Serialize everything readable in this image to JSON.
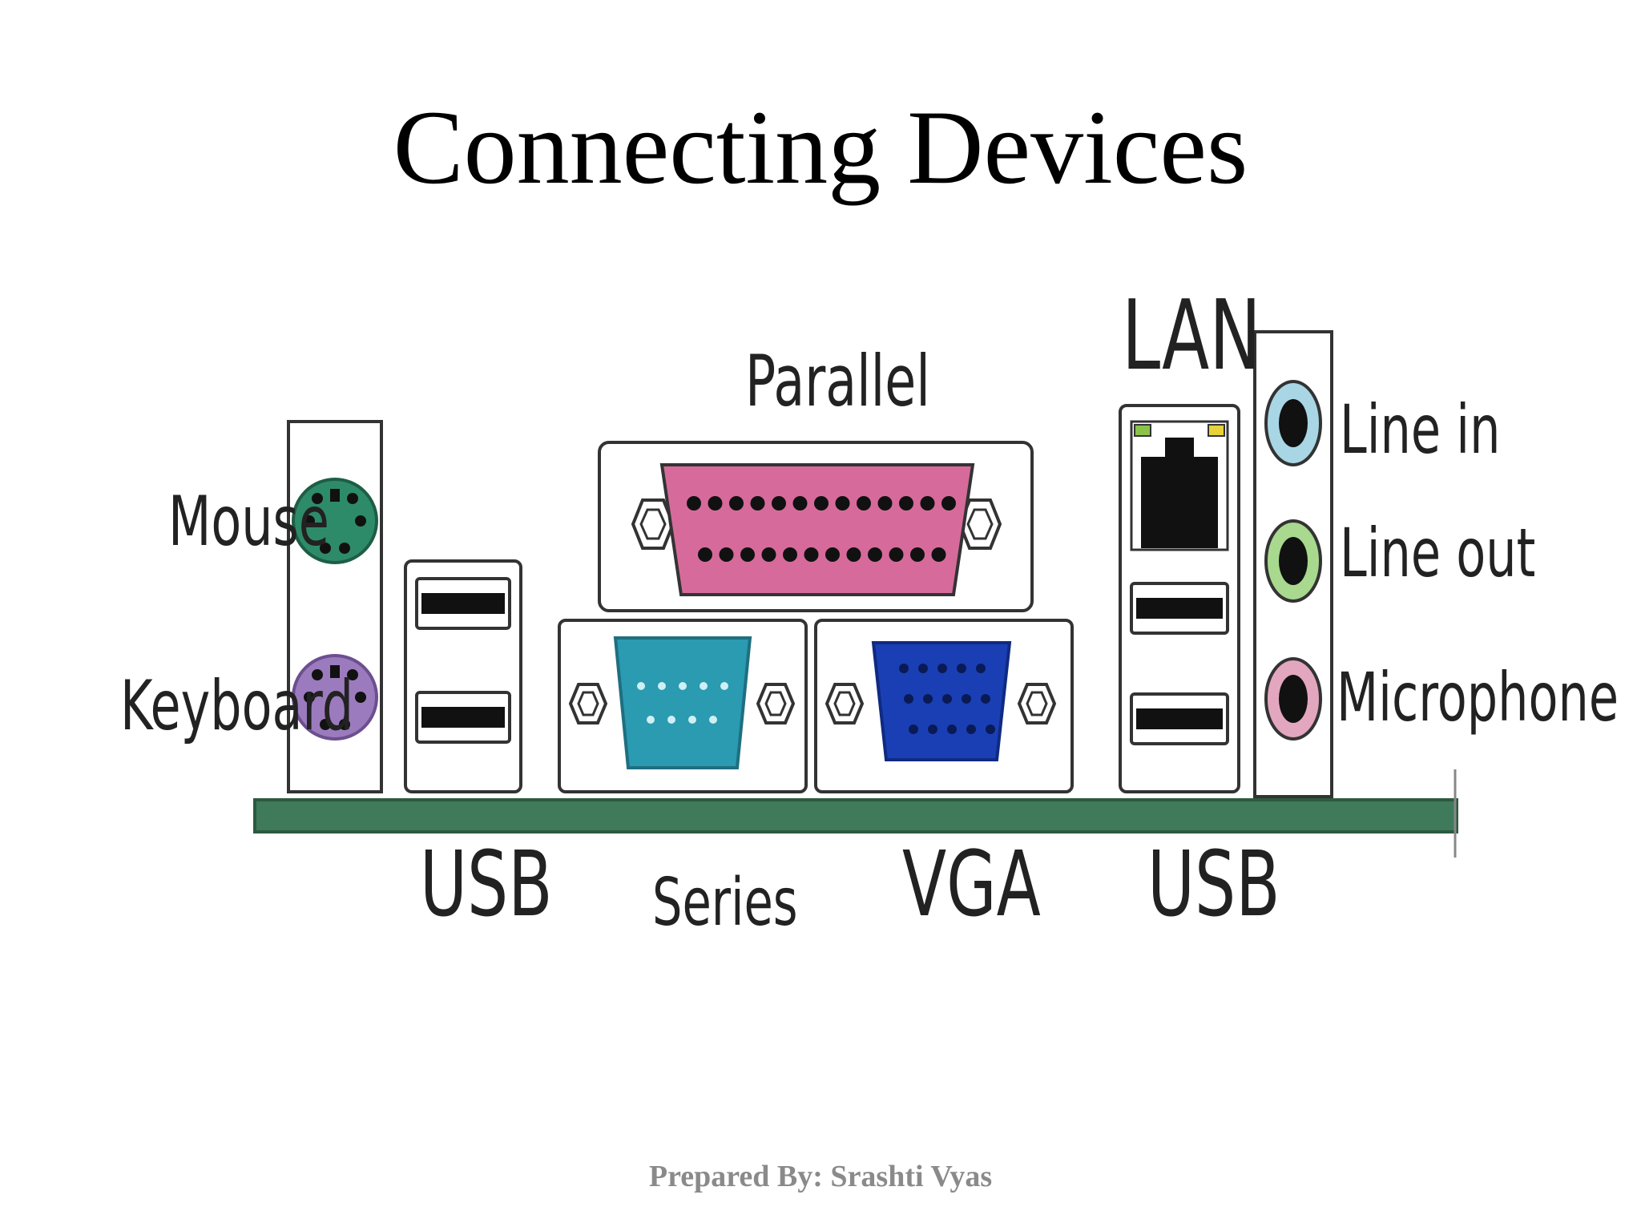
{
  "slide": {
    "title": "Connecting Devices",
    "footer": "Prepared By: Srashti Vyas"
  },
  "labels": {
    "mouse": "Mouse",
    "keyboard": "Keyboard",
    "usb_left": "USB",
    "parallel": "Parallel",
    "series": "Series",
    "vga": "VGA",
    "lan": "LAN",
    "usb_right": "USB",
    "line_in": "Line in",
    "line_out": "Line out",
    "microphone": "Microphone"
  },
  "colors": {
    "mouse_port": "#2e8b6a",
    "keyboard_port": "#9b7bbd",
    "parallel_port": "#d66b9b",
    "serial_port": "#2a9bb0",
    "vga_port": "#1a3fb5",
    "line_in": "#a9d6e5",
    "line_out": "#a8d98e",
    "microphone": "#e3a6bf",
    "board": "#3f7a5a"
  }
}
